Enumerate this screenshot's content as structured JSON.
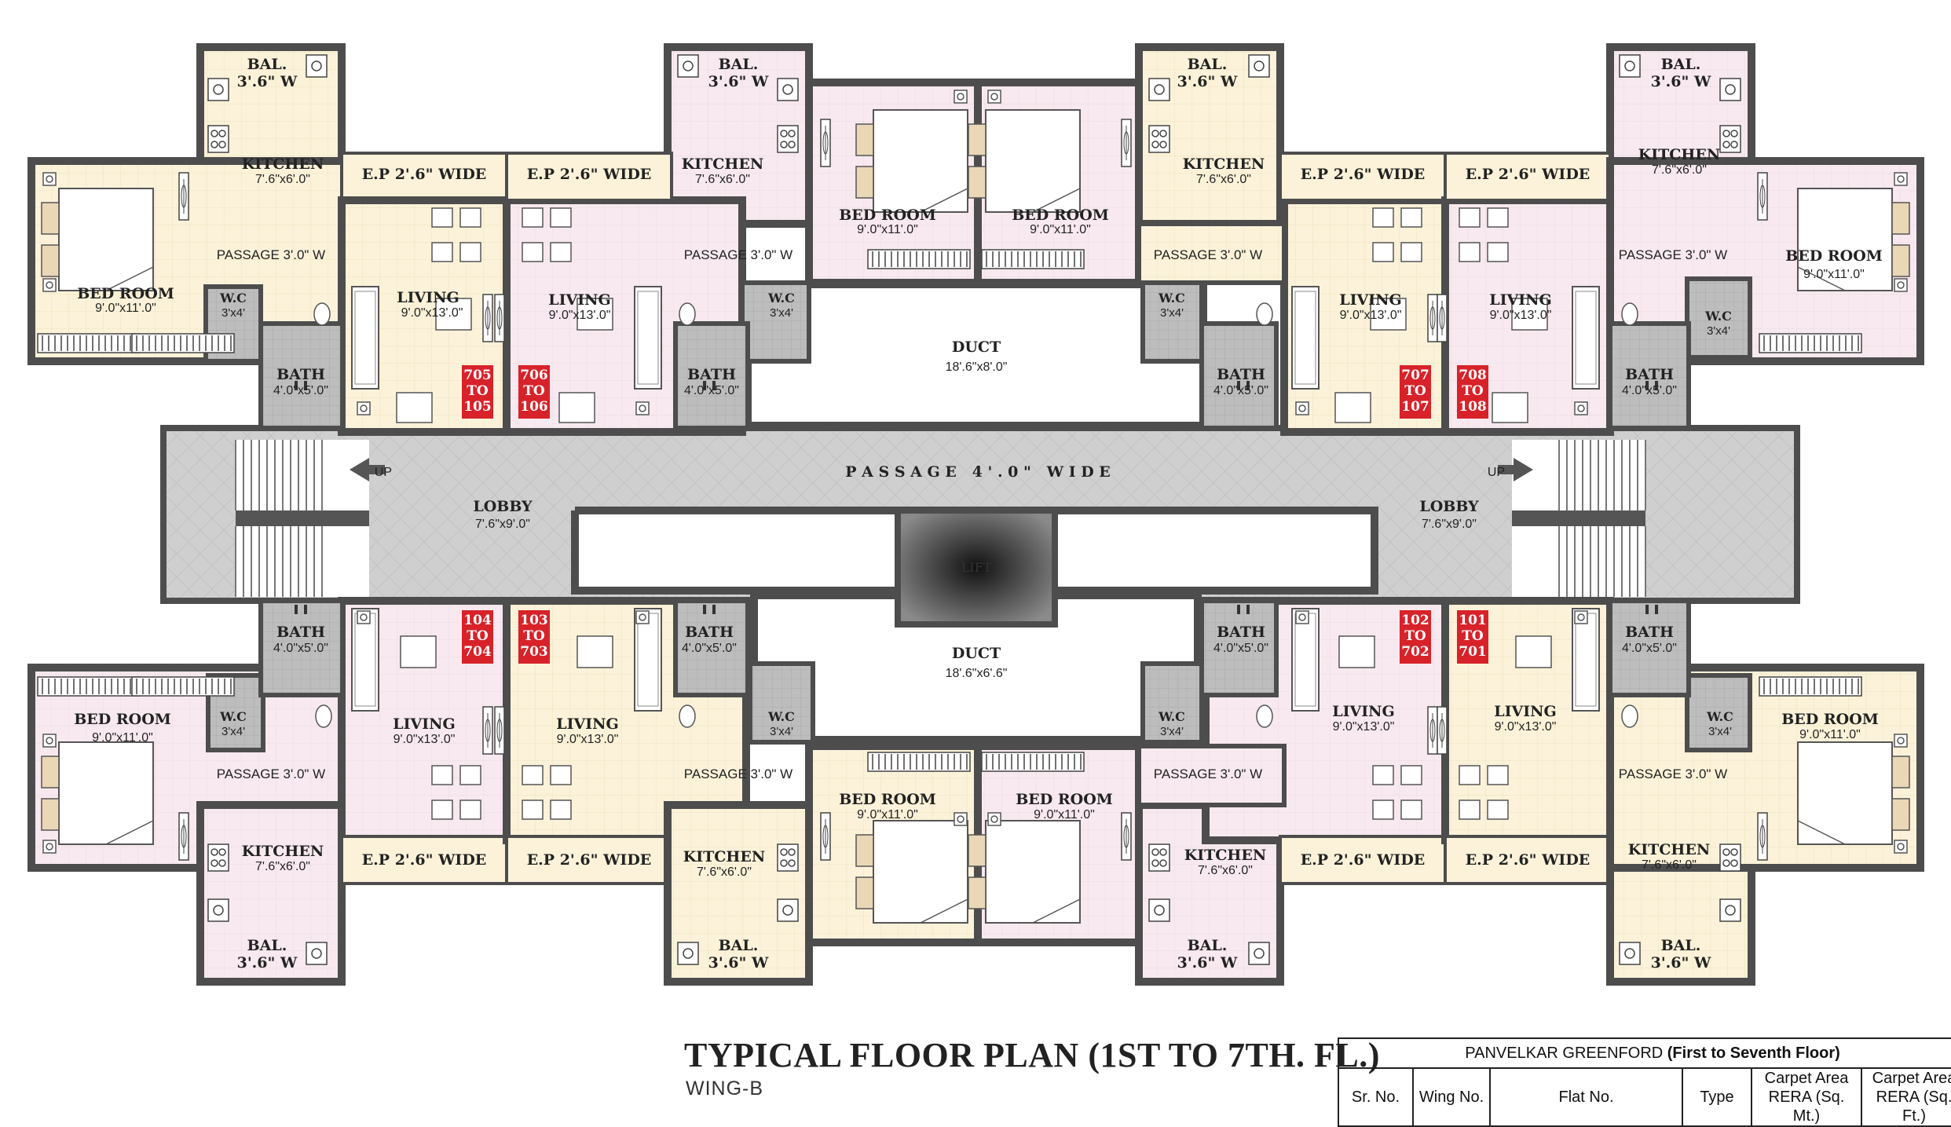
{
  "plan": {
    "title": "TYPICAL FLOOR PLAN (1ST TO 7TH. FL.)",
    "subtitle": "WING-B",
    "central_passage": "P A S S A G E   4 ' . 0 \"   W I D E",
    "up_label": "UP",
    "lift_label": "LIFT",
    "lobbies": [
      {
        "name": "LOBBY",
        "size": "7'.6\"x9'.0\""
      },
      {
        "name": "LOBBY",
        "size": "7'.6\"x9'.0\""
      }
    ],
    "ducts": [
      {
        "name": "DUCT",
        "size": "18'.6\"x8'.0\""
      },
      {
        "name": "DUCT",
        "size": "18'.6\"x6'.6\""
      }
    ],
    "flat_badges": [
      {
        "l1": "705",
        "l2": "TO",
        "l3": "105"
      },
      {
        "l1": "706",
        "l2": "TO",
        "l3": "106"
      },
      {
        "l1": "707",
        "l2": "TO",
        "l3": "107"
      },
      {
        "l1": "708",
        "l2": "TO",
        "l3": "108"
      },
      {
        "l1": "104",
        "l2": "TO",
        "l3": "704"
      },
      {
        "l1": "103",
        "l2": "TO",
        "l3": "703"
      },
      {
        "l1": "102",
        "l2": "TO",
        "l3": "702"
      },
      {
        "l1": "101",
        "l2": "TO",
        "l3": "701"
      }
    ],
    "rooms": [
      {
        "name": "BAL.",
        "size": "3'.6\" W"
      },
      {
        "name": "KITCHEN",
        "size": "7'.6\"x6'.0\""
      },
      {
        "name": "BED ROOM",
        "size": "9'.0\"x11'.0\""
      },
      {
        "name": "LIVING",
        "size": "9'.0\"x13'.0\""
      },
      {
        "name": "W.C",
        "size": "3'x4'"
      },
      {
        "name": "BATH",
        "size": "4'.0\"x5'.0\""
      },
      {
        "name": "PASSAGE 3'.0\" W",
        "size": ""
      },
      {
        "name": "E.P 2'.6\" WIDE",
        "size": ""
      }
    ]
  },
  "area_table": {
    "project": "PANVELKAR GREENFORD",
    "project_floors": "(First to Seventh Floor)",
    "columns": [
      "Sr. No.",
      "Wing No.",
      "Flat No.",
      "Type",
      "Carpet Area RERA (Sq. Mt.)",
      "Carpet Area RERA (Sq. Ft.)"
    ]
  },
  "colors": {
    "wall": "#4d4d4d",
    "pink_floor": "#f7e9ef",
    "yellow_floor": "#fbf2d9",
    "corridor": "#cfcfcf",
    "wet_area": "#b9b9b9",
    "badge": "#d8222a",
    "furniture": "#ffffff",
    "sofa": "#ead7b6"
  }
}
